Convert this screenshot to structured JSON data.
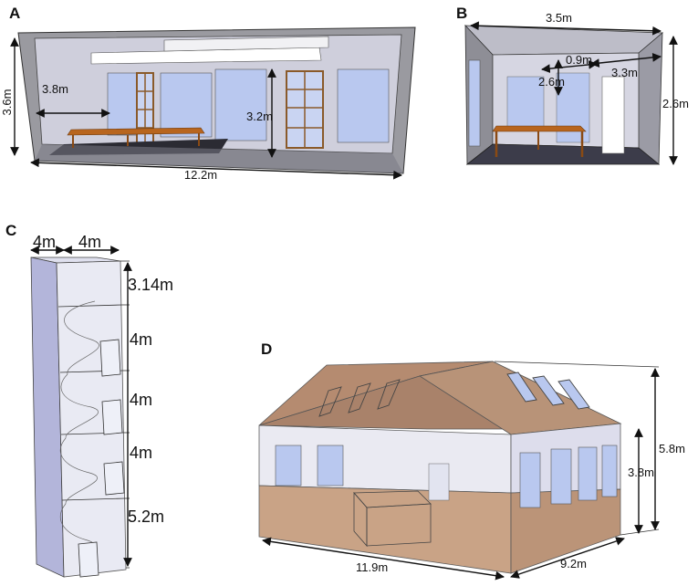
{
  "panels": {
    "a": {
      "label": "A",
      "dims": {
        "height": "3.6m",
        "depth": "3.8m",
        "window_height": "3.2m",
        "length": "12.2m"
      }
    },
    "b": {
      "label": "B",
      "dims": {
        "width": "3.5m",
        "height": "2.6m",
        "inner_height": "2.6m",
        "gap": "0.9m",
        "span": "3.3m"
      }
    },
    "c": {
      "label": "C",
      "dims": {
        "width_left": "4m",
        "width_right": "4m",
        "top_floor": "3.14m",
        "floor_2": "4m",
        "floor_3": "4m",
        "floor_4": "4m",
        "bottom_floor": "5.2m"
      }
    },
    "d": {
      "label": "D",
      "dims": {
        "total_height": "5.8m",
        "wall_height": "3.8m",
        "length": "11.9m",
        "width": "9.2m"
      }
    }
  },
  "colors": {
    "wall_gray": "#8e8e93",
    "wall_light": "#c9c9d6",
    "glass_blue": "#b9c8ef",
    "floor_dark": "#3c3c4a",
    "wood": "#b8651e",
    "roof_brown": "#b58b70",
    "lower_brown": "#c79f80",
    "shaft_blue": "#c9cbe6"
  }
}
